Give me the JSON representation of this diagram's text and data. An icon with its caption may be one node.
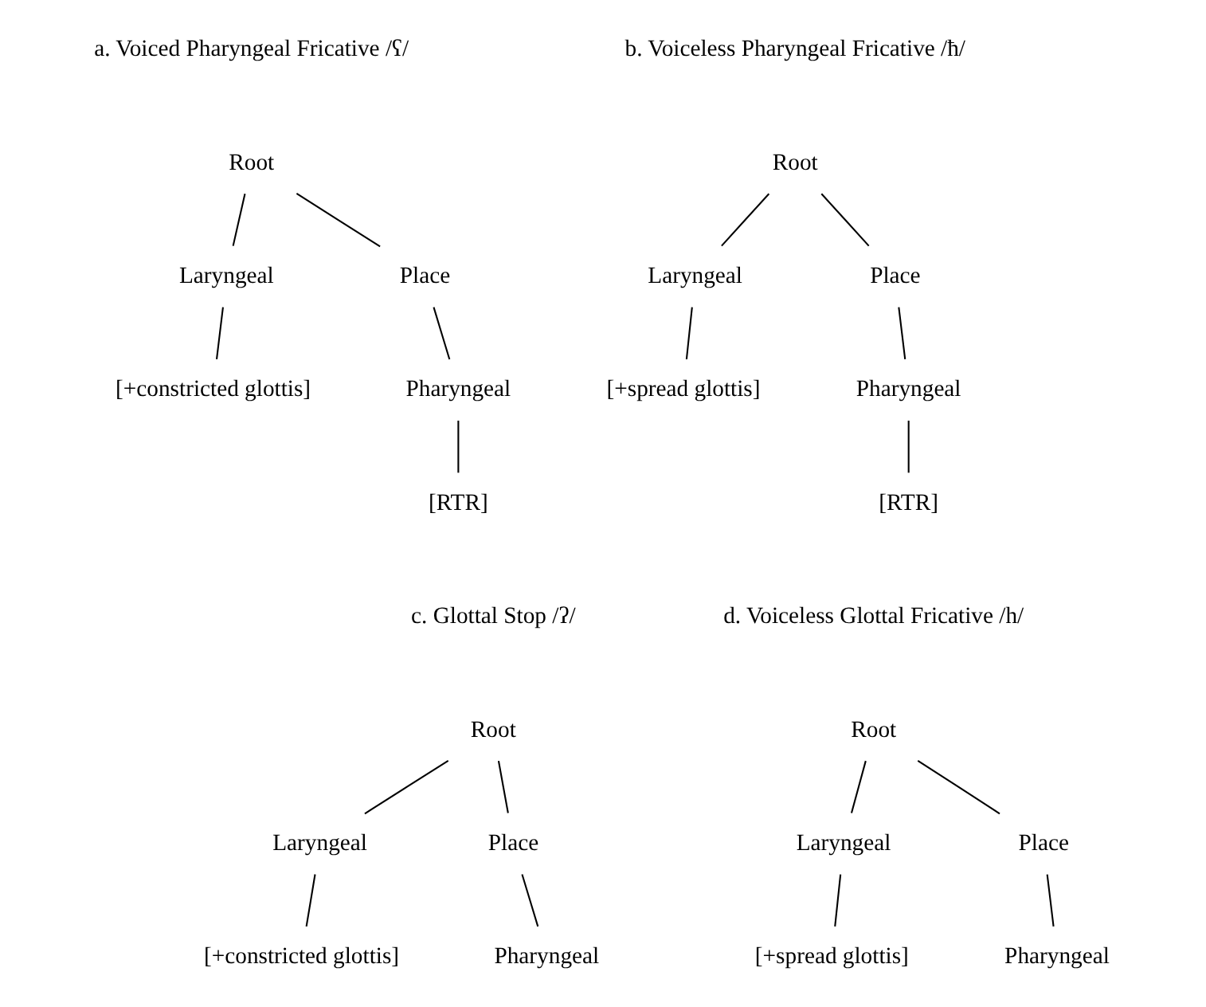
{
  "diagram": {
    "nodes": [
      {
        "text": [
          "Root"
        ]
      },
      {
        "text": [
          "Laryngeal"
        ]
      },
      {
        "text": [
          "Place"
        ]
      },
      {
        "text": [
          "[+constricted glottis]"
        ]
      },
      {
        "text": [
          "Pharyngeal"
        ]
      },
      {
        "text": [
          "[RTR]"
        ]
      },
      {
        "text": [
          "Root"
        ]
      },
      {
        "text": [
          "Laryngeal"
        ]
      },
      {
        "text": [
          "Place"
        ]
      },
      {
        "text": [
          "[+spread glottis]"
        ]
      },
      {
        "text": [
          "Pharyngeal"
        ]
      },
      {
        "text": [
          "[RTR]"
        ]
      },
      {
        "text": [
          "Root"
        ]
      },
      {
        "text": [
          "Laryngeal"
        ]
      },
      {
        "text": [
          "Place"
        ]
      },
      {
        "text": [
          "[+constricted glottis]"
        ]
      },
      {
        "text": [
          "Pharyngeal"
        ]
      },
      {
        "text": [
          "Root"
        ]
      },
      {
        "text": [
          "Laryngeal"
        ]
      },
      {
        "text": [
          "Place"
        ]
      },
      {
        "text": [
          "[+spread glottis]"
        ]
      },
      {
        "text": [
          "Pharyngeal"
        ]
      }
    ],
    "edges": [
      {
        "from": 0,
        "to": 1,
        "arrow": "none"
      },
      {
        "from": 0,
        "to": 2,
        "arrow": "none"
      },
      {
        "from": 1,
        "to": 3,
        "arrow": "none"
      },
      {
        "from": 2,
        "to": 4,
        "arrow": "none"
      },
      {
        "from": 4,
        "to": 5,
        "arrow": "none"
      },
      {
        "from": 6,
        "to": 7,
        "arrow": "none"
      },
      {
        "from": 6,
        "to": 8,
        "arrow": "none"
      },
      {
        "from": 7,
        "to": 9,
        "arrow": "none"
      },
      {
        "from": 8,
        "to": 10,
        "arrow": "none"
      },
      {
        "from": 10,
        "to": 11,
        "arrow": "none"
      },
      {
        "from": 12,
        "to": 13,
        "arrow": "none"
      },
      {
        "from": 12,
        "to": 14,
        "arrow": "none"
      },
      {
        "from": 13,
        "to": 15,
        "arrow": "none"
      },
      {
        "from": 14,
        "to": 16,
        "arrow": "none"
      },
      {
        "from": 17,
        "to": 18,
        "arrow": "none"
      },
      {
        "from": 17,
        "to": 19,
        "arrow": "none"
      },
      {
        "from": 18,
        "to": 20,
        "arrow": "none"
      },
      {
        "from": 19,
        "to": 21,
        "arrow": "none"
      }
    ],
    "labels": [
      "a. Voiced Pharyngeal Fricative /ʕ/",
      "b. Voiceless Pharyngeal Fricative /ħ/",
      "c. Glottal Stop /ʔ/",
      "d. Voiceless Glottal Fricative /h/"
    ]
  }
}
